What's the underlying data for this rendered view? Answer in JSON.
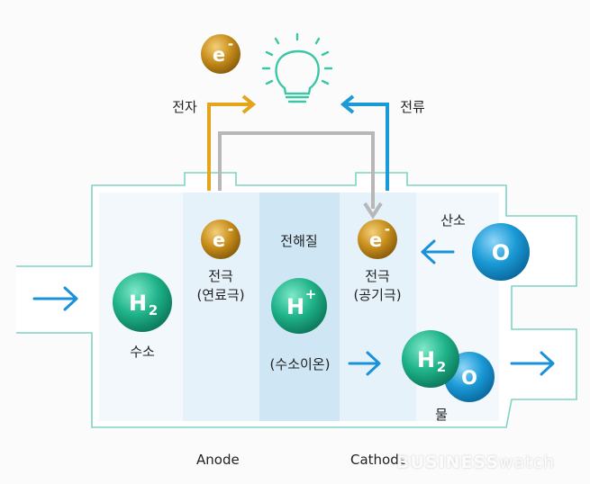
{
  "colors": {
    "hydrogen": "#1fb38a",
    "oxygen": "#1a9ad6",
    "electron": "#c98f1c",
    "ion": "#1fb38a",
    "electron_path": "#e2a51c",
    "current_path": "#1a9ad6",
    "circuit": "#b7b7b7",
    "arrow": "#1a92d8",
    "bulb": "#3cc6a6",
    "outline": "#7fd4c4"
  },
  "icons": {
    "bulb": "light-bulb-icon",
    "arrow": "right-arrow-icon"
  },
  "top": {
    "electron_symbol": "e",
    "electron_sup": "-",
    "electron_label": "전자",
    "current_label": "전류"
  },
  "cell": {
    "hydrogen_in": {
      "symbol": "H",
      "sub": "2",
      "label": "수소"
    },
    "anode_electron": {
      "symbol": "e",
      "sup": "-"
    },
    "anode_label_line1": "전극",
    "anode_label_line2": "(연료극)",
    "electrolyte_label": "전해질",
    "ion": {
      "symbol": "H",
      "sup": "+",
      "label": "(수소이온)"
    },
    "cathode_electron": {
      "symbol": "e",
      "sup": "-"
    },
    "cathode_label_line1": "전극",
    "cathode_label_line2": "(공기극)",
    "oxygen_label": "산소",
    "oxygen_symbol": "O",
    "water": {
      "symbol": "H",
      "sub": "2",
      "o_symbol": "O",
      "label": "물"
    }
  },
  "axis": {
    "anode": "Anode",
    "cathode": "Cathode"
  },
  "watermark": {
    "part1": "BUSINESS",
    "part2": "watch"
  }
}
